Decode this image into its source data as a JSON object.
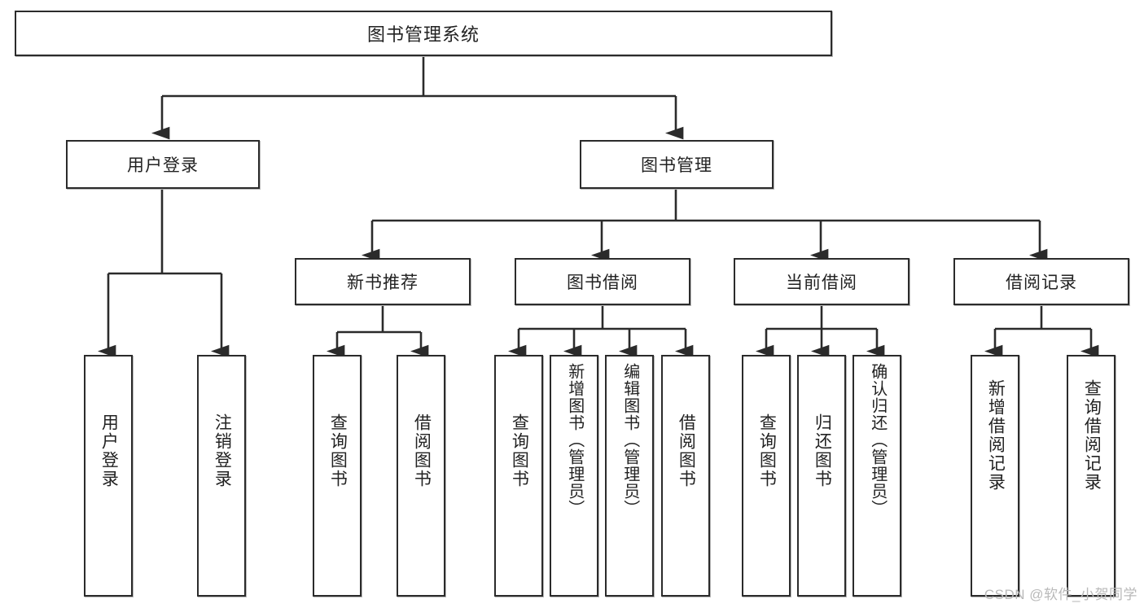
{
  "diagram": {
    "title": "图书管理系统",
    "type": "tree-hierarchy-chart",
    "watermark": "CSDN @软件_小贺同学",
    "colors": {
      "stroke": "#2b2b2b",
      "fill": "#ffffff",
      "text": "#222222",
      "shadow": "#b7b7b7",
      "watermark": "#b9b9b9"
    },
    "root": {
      "label": "图书管理系统"
    },
    "level2": [
      {
        "id": "user-login",
        "label": "用户登录"
      },
      {
        "id": "book-manage",
        "label": "图书管理"
      }
    ],
    "level3": [
      {
        "id": "new-book-recommend",
        "label": "新书推荐",
        "parent": "book-manage"
      },
      {
        "id": "book-borrow",
        "label": "图书借阅",
        "parent": "book-manage"
      },
      {
        "id": "current-borrow",
        "label": "当前借阅",
        "parent": "book-manage"
      },
      {
        "id": "borrow-record",
        "label": "借阅记录",
        "parent": "book-manage"
      }
    ],
    "leaves": {
      "user-login": [
        {
          "id": "leaf-user-login",
          "label": "用户登录"
        },
        {
          "id": "leaf-user-logout",
          "label": "注销登录"
        }
      ],
      "new-book-recommend": [
        {
          "id": "leaf-query-book-1",
          "label": "查询图书"
        },
        {
          "id": "leaf-borrow-book-1",
          "label": "借阅图书"
        }
      ],
      "book-borrow": [
        {
          "id": "leaf-query-book-2",
          "label": "查询图书"
        },
        {
          "id": "leaf-add-book",
          "label": "新增图书（管理员）"
        },
        {
          "id": "leaf-edit-book",
          "label": "编辑图书（管理员）"
        },
        {
          "id": "leaf-borrow-book-2",
          "label": "借阅图书"
        }
      ],
      "current-borrow": [
        {
          "id": "leaf-query-book-3",
          "label": "查询图书"
        },
        {
          "id": "leaf-return-book",
          "label": "归还图书"
        },
        {
          "id": "leaf-confirm-return",
          "label": "确认归还（管理员）"
        }
      ],
      "borrow-record": [
        {
          "id": "leaf-add-record",
          "label": "新增借阅记录"
        },
        {
          "id": "leaf-query-record",
          "label": "查询借阅记录"
        }
      ]
    }
  }
}
